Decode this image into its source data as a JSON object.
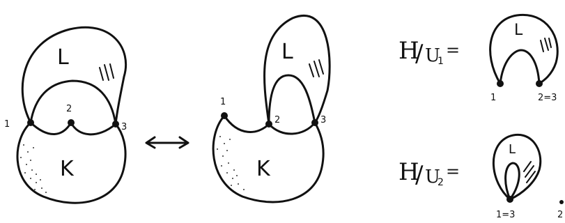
{
  "figure": {
    "left_diagram": {
      "top_region_label": "L",
      "bottom_region_label": "K",
      "vertex_labels": [
        "1",
        "2",
        "3"
      ]
    },
    "middle_diagram": {
      "top_region_label": "L",
      "bottom_region_label": "K",
      "vertex_labels": [
        "1",
        "2",
        "3"
      ]
    },
    "equivalence_symbol": "↔",
    "quotient_1": {
      "lhs": "H",
      "slash": "/",
      "group": "U",
      "subscript": "1",
      "equals": "=",
      "region_label": "L",
      "vertex_labels": [
        "1",
        "2=3"
      ]
    },
    "quotient_2": {
      "lhs": "H",
      "slash": "/",
      "group": "U",
      "subscript": "2",
      "equals": "=",
      "region_label": "L",
      "vertex_labels": [
        "1=3",
        "2"
      ]
    }
  }
}
